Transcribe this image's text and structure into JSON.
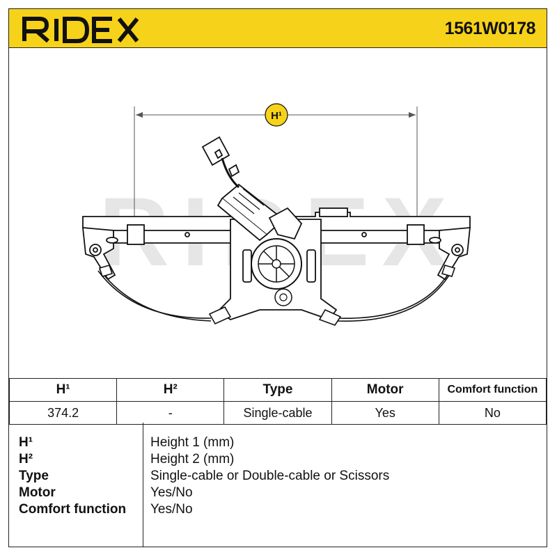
{
  "brand": "RIDEX",
  "part_number": "1561W0178",
  "watermark": "RIDEX",
  "drawing": {
    "dimension_marker": "H¹"
  },
  "specs_table": {
    "headers": [
      "H¹",
      "H²",
      "Type",
      "Motor",
      "Comfort function"
    ],
    "values": [
      "374.2",
      "-",
      "Single-cable",
      "Yes",
      "No"
    ]
  },
  "legend": [
    {
      "key": "H¹",
      "desc": "Height 1 (mm)"
    },
    {
      "key": "H²",
      "desc": "Height 2 (mm)"
    },
    {
      "key": "Type",
      "desc": "Single-cable or Double-cable or Scissors"
    },
    {
      "key": "Motor",
      "desc": "Yes/No"
    },
    {
      "key": "Comfort function",
      "desc": "Yes/No"
    }
  ],
  "colors": {
    "brand_yellow": "#f6d21a",
    "ink": "#111111",
    "watermark": "#e6e6e6"
  }
}
